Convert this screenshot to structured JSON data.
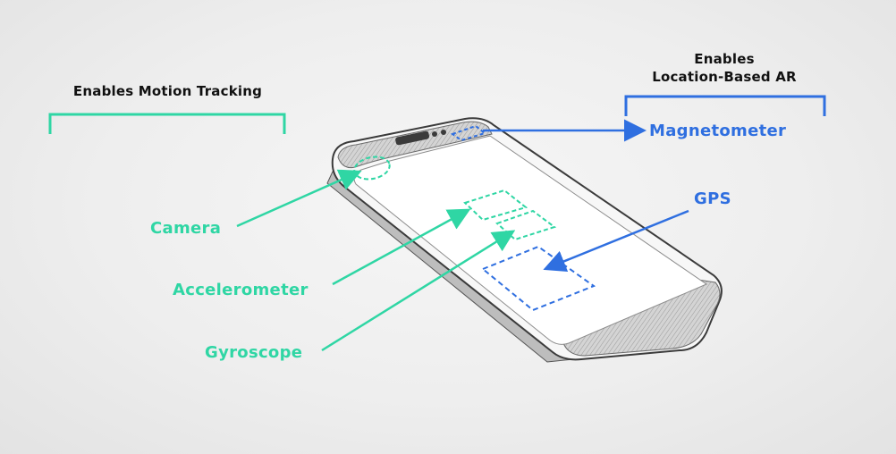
{
  "motion_group": {
    "heading": "Enables Motion Tracking"
  },
  "location_group": {
    "heading_line1": "Enables",
    "heading_line2": "Location-Based AR"
  },
  "sensors": {
    "camera": "Camera",
    "accelerometer": "Accelerometer",
    "gyroscope": "Gyroscope",
    "magnetometer": "Magnetometer",
    "gps": "GPS"
  },
  "colors": {
    "motion": "#2fd6a4",
    "location": "#2f6fe0"
  }
}
